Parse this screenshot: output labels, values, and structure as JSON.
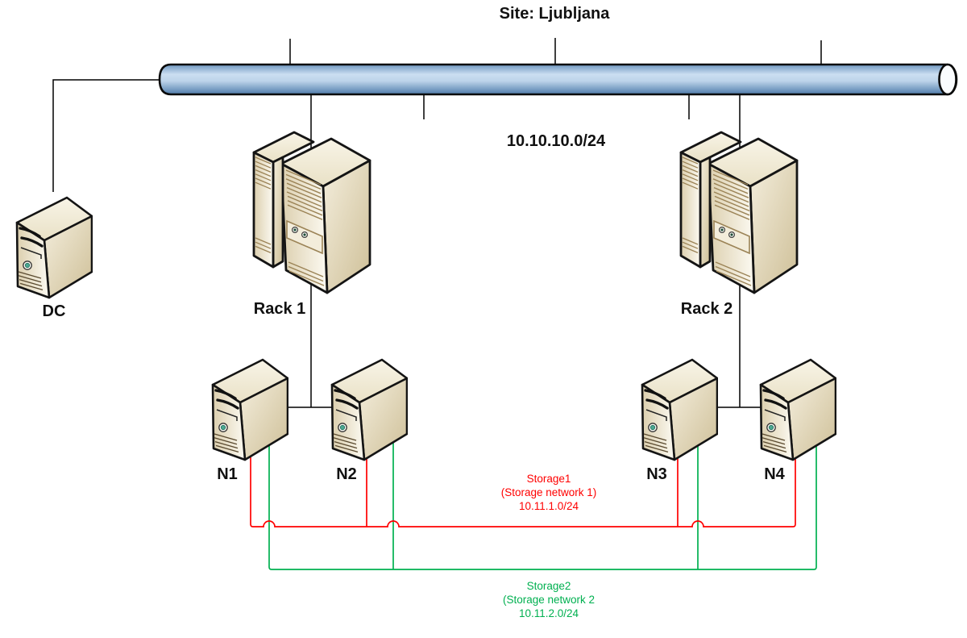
{
  "title": "Site: Ljubljana",
  "lan": {
    "subnet": "10.10.10.0/24",
    "pipe_color": "#9DBEDE"
  },
  "devices": {
    "dc": {
      "label": "DC"
    },
    "rack1": {
      "label": "Rack 1"
    },
    "rack2": {
      "label": "Rack 2"
    },
    "n1": {
      "label": "N1"
    },
    "n2": {
      "label": "N2"
    },
    "n3": {
      "label": "N3"
    },
    "n4": {
      "label": "N4"
    }
  },
  "storage_networks": {
    "storage1": {
      "name": "Storage1",
      "description": "(Storage network 1)",
      "subnet": "10.11.1.0/24",
      "color": "#FF0000",
      "connects": [
        "N1",
        "N2",
        "N3",
        "N4"
      ]
    },
    "storage2": {
      "name": "Storage2",
      "description": "(Storage network 2",
      "subnet": "10.11.2.0/24",
      "color": "#00B050",
      "connects": [
        "N1",
        "N2",
        "N3",
        "N4"
      ]
    }
  },
  "colors": {
    "connector": "#000000",
    "server_body": "#EFE6CC",
    "outline": "#141414"
  }
}
